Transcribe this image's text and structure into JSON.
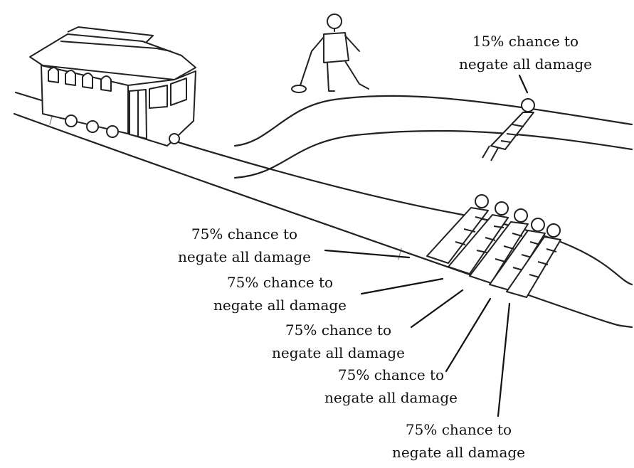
{
  "labels": {
    "single_person": {
      "line1": "15% chance to",
      "line2": "negate all damage"
    },
    "group": [
      {
        "line1": "75% chance to",
        "line2": "negate all damage"
      },
      {
        "line1": "75% chance to",
        "line2": "negate all damage"
      },
      {
        "line1": "75% chance to",
        "line2": "negate all damage"
      },
      {
        "line1": "75% chance to",
        "line2": "negate all damage"
      },
      {
        "line1": "75% chance to",
        "line2": "negate all damage"
      }
    ]
  },
  "colors": {
    "ink": "#111111",
    "background": "#ffffff"
  }
}
